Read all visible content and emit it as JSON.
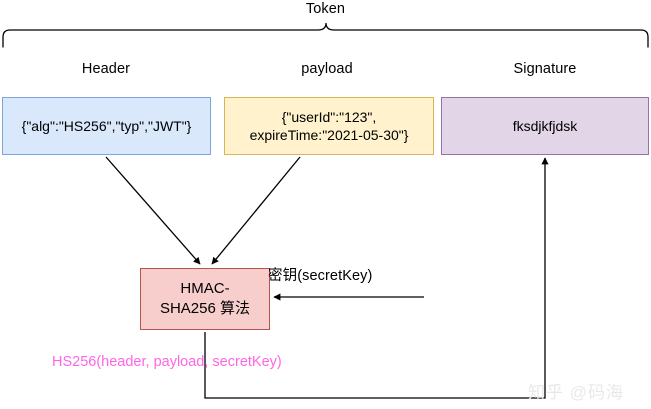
{
  "diagram": {
    "title": "Token",
    "sections": [
      {
        "label": "Header",
        "content": "{\"alg\":\"HS256\",\"typ\",\"JWT\"}",
        "color": "#dae8fc",
        "border": "#7ea6d9"
      },
      {
        "label": "payload",
        "content_line1": "{\"userId\":\"123\",",
        "content_line2": "expireTime:\"2021-05-30\"}",
        "color": "#fff2cc",
        "border": "#d6b656"
      },
      {
        "label": "Signature",
        "content": "fksdjkfjdsk",
        "color": "#e1d5e7",
        "border": "#9673a6"
      }
    ],
    "algorithm_box": {
      "line1": "HMAC-",
      "line2": "SHA256 算法",
      "color": "#f8cecc",
      "border": "#b85450"
    },
    "secret_key_label": "密钥(secretKey)",
    "formula": "HS256(header, payload, secretKey)",
    "formula_color": "#ff66e6",
    "watermark": "知乎 @码海"
  }
}
